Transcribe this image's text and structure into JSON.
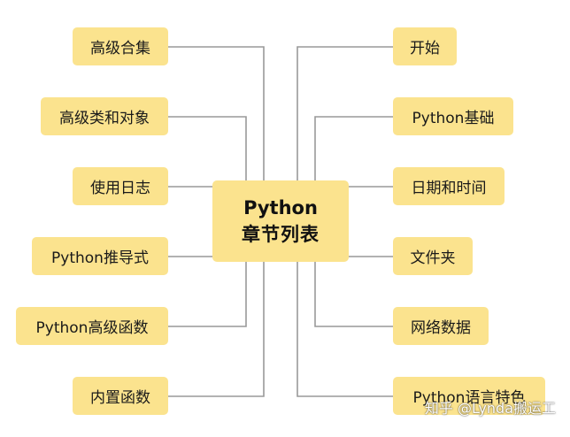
{
  "colors": {
    "node_fill": "#fbe38e",
    "connector": "#999999",
    "background": "#ffffff"
  },
  "center": {
    "line1": "Python",
    "line2": "章节列表"
  },
  "left_nodes": [
    "高级合集",
    "高级类和对象",
    "使用日志",
    "Python推导式",
    "Python高级函数",
    "内置函数"
  ],
  "right_nodes": [
    "开始",
    "Python基础",
    "日期和时间",
    "文件夹",
    "网络数据",
    "Python语言特色"
  ],
  "watermark": "知乎 @Lynda搬运工"
}
